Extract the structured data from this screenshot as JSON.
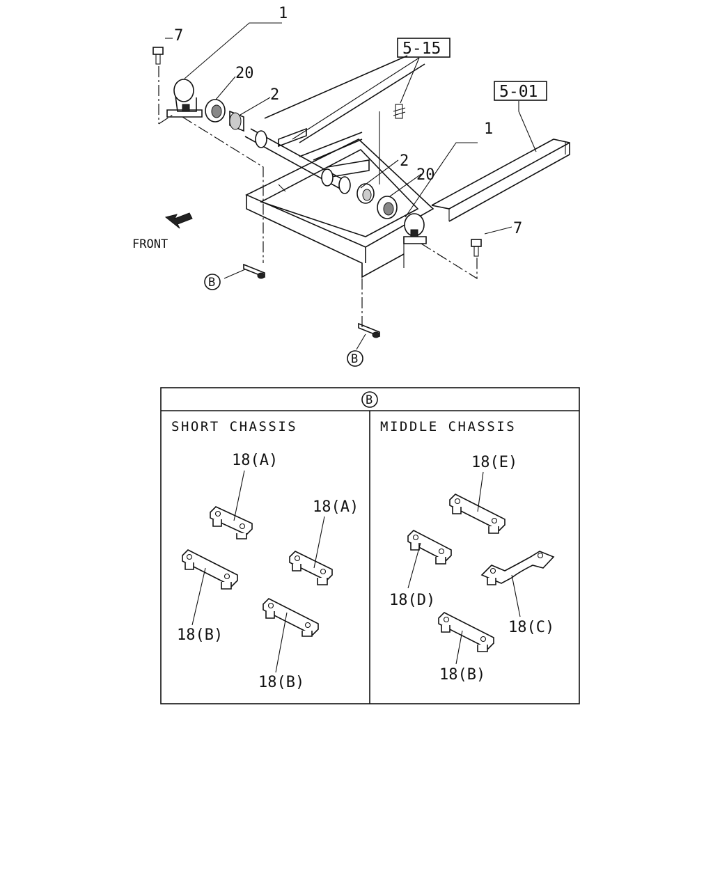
{
  "diagram": {
    "callouts": {
      "p1_left": "1",
      "p7_left": "7",
      "p20_left": "20",
      "p2_left": "2",
      "p1_right": "1",
      "p2_right": "2",
      "p20_right": "20",
      "p7_right": "7"
    },
    "refs": {
      "ref_5_15": "5-15",
      "ref_5_01": "5-01"
    },
    "front_label": "FRONT",
    "b_marker": "B"
  },
  "detail_table": {
    "header_marker": "B",
    "short_chassis": {
      "heading": "SHORT CHASSIS",
      "labels": [
        "18(A)",
        "18(A)",
        "18(B)",
        "18(B)"
      ]
    },
    "middle_chassis": {
      "heading": "MIDDLE CHASSIS",
      "labels": [
        "18(E)",
        "18(D)",
        "18(C)",
        "18(B)"
      ]
    }
  }
}
